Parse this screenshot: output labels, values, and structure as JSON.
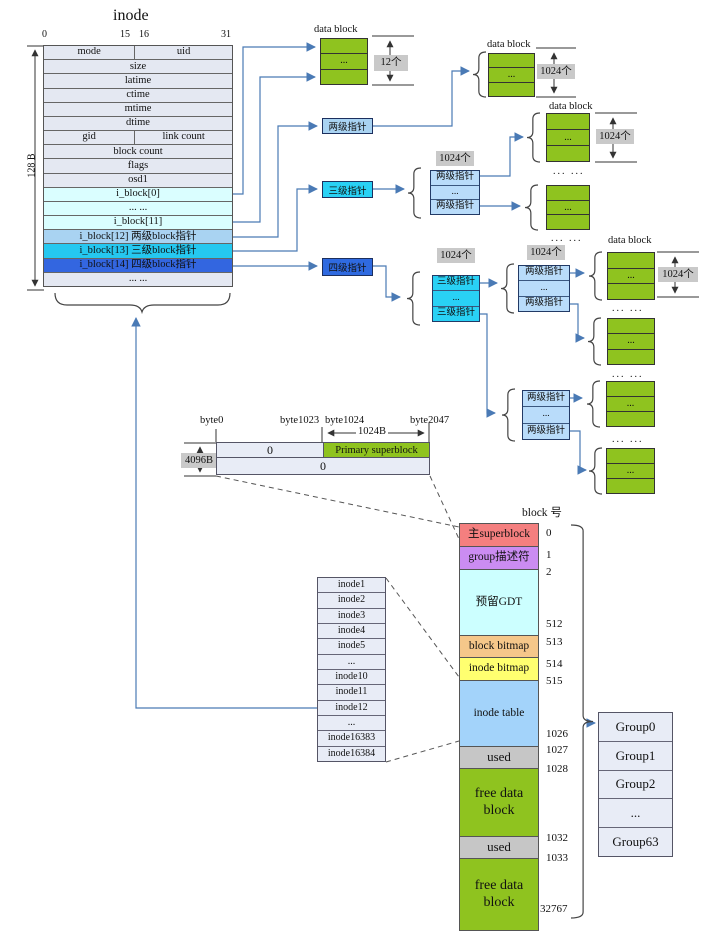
{
  "inode": {
    "title": "inode",
    "bits": [
      "0",
      "15",
      "16",
      "31"
    ],
    "height_label": "128 B",
    "rows": [
      {
        "left": "mode",
        "right": "uid"
      },
      {
        "text": "size"
      },
      {
        "text": "latime"
      },
      {
        "text": "ctime"
      },
      {
        "text": "mtime"
      },
      {
        "text": "dtime"
      },
      {
        "left": "gid",
        "right": "link count"
      },
      {
        "text": "block count"
      },
      {
        "text": "flags"
      },
      {
        "text": "osd1"
      },
      {
        "text": "i_block[0]"
      },
      {
        "text": "... ..."
      },
      {
        "text": "i_block[11]"
      },
      {
        "text": "i_block[12] 两级block指针"
      },
      {
        "text": "i_block[13] 三级block指针"
      },
      {
        "text": "i_block[14] 四级block指针"
      },
      {
        "text": "... ..."
      }
    ]
  },
  "pointers": {
    "level2": "两级指针",
    "level3": "三级指针",
    "level4": "四级指针",
    "ellipsis": "..."
  },
  "data_blocks": {
    "label": "data block",
    "count_direct": "12个",
    "count_indirect": "1024个",
    "ellipsis": "...",
    "ellipsis_wide": "... ..."
  },
  "superblock_bytes": {
    "byte0": "byte0",
    "byte1023": "byte1023",
    "byte1024": "byte1024",
    "byte2047": "byte2047",
    "span_1024": "1024B",
    "span_4096": "4096B",
    "zero_left": "0",
    "zero_bottom": "0",
    "primary": "Primary superblock"
  },
  "block_diagram": {
    "header": "block 号",
    "rows": [
      {
        "label": "主superblock"
      },
      {
        "label": "group描述符"
      },
      {
        "label": "预留GDT"
      },
      {
        "label": "block bitmap"
      },
      {
        "label": "inode bitmap"
      },
      {
        "label": "inode table"
      },
      {
        "label": "used"
      },
      {
        "label": "free data block"
      },
      {
        "label": "used"
      },
      {
        "label": "free data block"
      }
    ],
    "numbers": [
      "0",
      "1",
      "2",
      "512",
      "513",
      "514",
      "515",
      "1026",
      "1027",
      "1028",
      "1032",
      "1033",
      "32767"
    ]
  },
  "inode_list": [
    "inode1",
    "inode2",
    "inode3",
    "inode4",
    "inode5",
    "...",
    "inode10",
    "inode11",
    "inode12",
    "...",
    "inode16383",
    "inode16384"
  ],
  "groups": [
    "Group0",
    "Group1",
    "Group2",
    "...",
    "Group63"
  ],
  "colors": {
    "data_block_green": "#8fc31f",
    "direct_row_cyan": "#dafeff",
    "indirect2_blue": "#a9d3f2",
    "indirect3_cyan": "#25c8f0",
    "indirect4_blue": "#3366e0",
    "superblock_red": "#f47f7f",
    "group_desc_violet": "#cb8cf2",
    "gdt_cyan": "#ccffff",
    "block_bitmap_tan": "#f5c78a",
    "inode_bitmap_yellow": "#ffff70",
    "inode_table_blue": "#a3d3fa",
    "used_gray": "#c6c6c6",
    "wire_blue": "#4a7ab5"
  }
}
